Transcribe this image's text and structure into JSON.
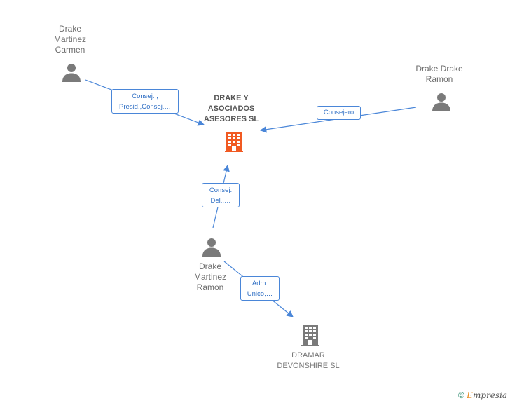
{
  "colors": {
    "person": "#7a7a7a",
    "center_company": "#f15a22",
    "company": "#7a7a7a",
    "edge": "#4a86d8"
  },
  "nodes": {
    "person1": {
      "label": "Drake\nMartinez\nCarmen",
      "icon": "person-icon"
    },
    "person2": {
      "label": "Drake Drake\nRamon",
      "icon": "person-icon"
    },
    "person3": {
      "label": "Drake\nMartinez\nRamon",
      "icon": "person-icon"
    },
    "center": {
      "label": "DRAKE Y\nASOCIADOS\nASESORES SL",
      "icon": "building-icon"
    },
    "company2": {
      "label": "DRAMAR\nDEVONSHIRE SL",
      "icon": "building-icon"
    }
  },
  "edges": {
    "e1": "Consej. ,\nPresid.,Consej.…",
    "e2": "Consejero",
    "e3": "Consej.\nDel.,…",
    "e4": "Adm.\nUnico,…"
  },
  "footer": {
    "copyright": "©",
    "brand_e": "E",
    "brand_rest": "mpresia"
  }
}
